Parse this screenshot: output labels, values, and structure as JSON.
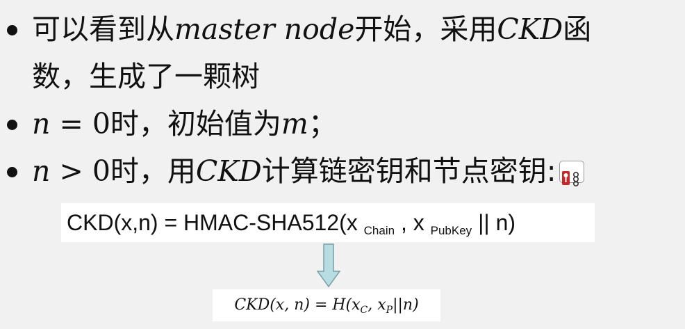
{
  "bullets": {
    "b1": {
      "pre": "可以看到从",
      "math_master": "master node",
      "mid": "开始，采用",
      "math_ckd": "CKD",
      "end": "函",
      "line2": "数，生成了一颗树"
    },
    "b2": {
      "math_n": "n",
      "eq": " = 0",
      "mid": "时，初始值为",
      "math_m": "m",
      "end": "；"
    },
    "b3": {
      "math_n": "n",
      "gt": " > 0",
      "mid": "时，用",
      "math_ckd": "CKD",
      "end": "计算链密钥和节点密钥:"
    }
  },
  "formula1": {
    "main": "CKD(x,n) = HMAC-SHA512(x",
    "sub_chain": "Chain",
    "sep": ", x",
    "sub_pubkey": "PubKey",
    "tail": "|| n)"
  },
  "formula2": {
    "head": "CKD(x, n) = H(x",
    "sub_c": "C",
    "mid": ", x",
    "sub_p": "P",
    "tail": "||n)"
  },
  "colors": {
    "arrow_fill": "#b7dde3",
    "arrow_stroke": "#7a9fa6",
    "background": "#f1f1f1"
  },
  "icons": {
    "inline": "key-chain-icon"
  }
}
